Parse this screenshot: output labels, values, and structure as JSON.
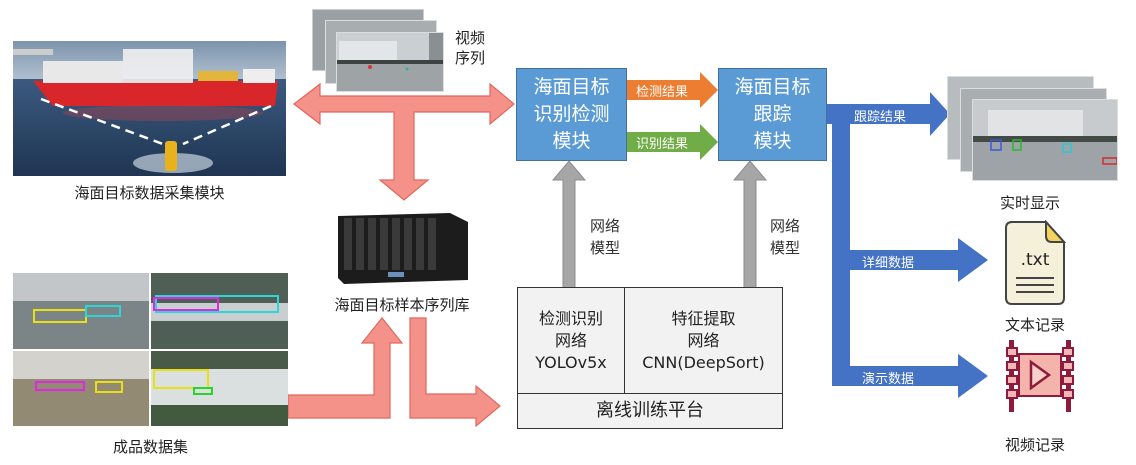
{
  "collection": {
    "label": "海面目标数据采集模块"
  },
  "video_sequence": {
    "label_line1": "视频",
    "label_line2": "序列"
  },
  "sample_library": {
    "label": "海面目标样本序列库"
  },
  "dataset": {
    "label": "成品数据集"
  },
  "detection_module": {
    "line1": "海面目标",
    "line2": "识别检测",
    "line3": "模块"
  },
  "tracking_module": {
    "line1": "海面目标",
    "line2": "跟踪",
    "line3": "模块"
  },
  "arrows": {
    "detect_result": "检测结果",
    "recognize_result": "识别结果",
    "tracking_result": "跟踪结果",
    "detail_data": "详细数据",
    "demo_data": "演示数据"
  },
  "network_model": {
    "line1": "网络",
    "line2": "模型"
  },
  "training": {
    "detect_net": {
      "line1": "检测识别",
      "line2": "网络",
      "line3": "YOLOv5x"
    },
    "feature_net": {
      "line1": "特征提取",
      "line2": "网络",
      "line3": "CNN(DeepSort)"
    },
    "platform": "离线训练平台"
  },
  "outputs": {
    "realtime": "实时显示",
    "text_record": "文本记录",
    "text_icon": ".txt",
    "video_record": "视频记录"
  },
  "colors": {
    "blue_module": "#5b9bd5",
    "orange_arrow": "#ed7d31",
    "green_arrow": "#70ad47",
    "dark_blue_arrow": "#4472c4",
    "pink_arrow": "#f4928a",
    "gray_arrow": "#a6a6a6"
  }
}
